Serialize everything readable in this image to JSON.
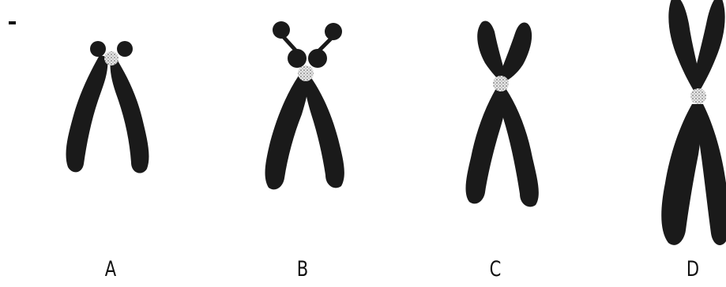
{
  "diagram": {
    "top_mark": "-",
    "chromosomes": [
      {
        "label": "A"
      },
      {
        "label": "B"
      },
      {
        "label": "C"
      },
      {
        "label": "D"
      }
    ],
    "colors": {
      "chromatid": "#1a1a1a",
      "centromere": "#d9d9d9",
      "background": "#ffffff"
    }
  }
}
